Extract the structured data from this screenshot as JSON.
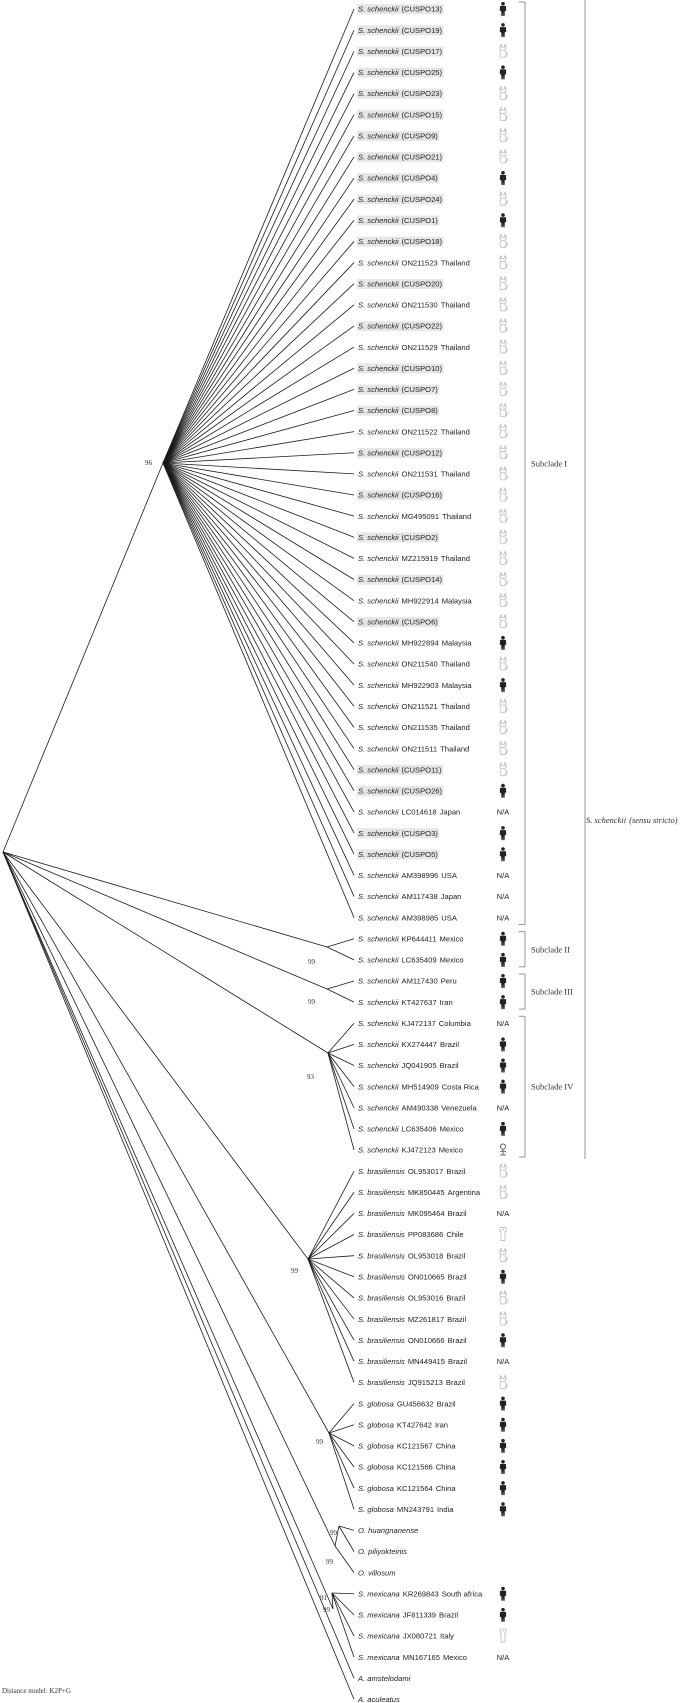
{
  "taxa": [
    {
      "species": "S. schenckii",
      "strain": "(CUSPO13)",
      "country": "",
      "host": "human",
      "highlight": true
    },
    {
      "species": "S. schenckii",
      "strain": "(CUSPO19)",
      "country": "",
      "host": "human",
      "highlight": true
    },
    {
      "species": "S. schenckii",
      "strain": "(CUSPO17)",
      "country": "",
      "host": "cat",
      "highlight": true
    },
    {
      "species": "S. schenckii",
      "strain": "(CUSPO25)",
      "country": "",
      "host": "human",
      "highlight": true
    },
    {
      "species": "S. schenckii",
      "strain": "(CUSPO23)",
      "country": "",
      "host": "cat",
      "highlight": true
    },
    {
      "species": "S. schenckii",
      "strain": "(CUSPO15)",
      "country": "",
      "host": "cat",
      "highlight": true
    },
    {
      "species": "S. schenckii",
      "strain": "(CUSPO9)",
      "country": "",
      "host": "cat",
      "highlight": true
    },
    {
      "species": "S. schenckii",
      "strain": "(CUSPO21)",
      "country": "",
      "host": "cat",
      "highlight": true
    },
    {
      "species": "S. schenckii",
      "strain": "(CUSPO4)",
      "country": "",
      "host": "human",
      "highlight": true
    },
    {
      "species": "S. schenckii",
      "strain": "(CUSPO24)",
      "country": "",
      "host": "cat",
      "highlight": true
    },
    {
      "species": "S. schenckii",
      "strain": "(CUSPO1)",
      "country": "",
      "host": "human",
      "highlight": true
    },
    {
      "species": "S. schenckii",
      "strain": "(CUSPO18)",
      "country": "",
      "host": "cat",
      "highlight": true
    },
    {
      "species": "S. schenckii",
      "strain": "ON211523",
      "country": "Thailand",
      "host": "cat",
      "highlight": false
    },
    {
      "species": "S. schenckii",
      "strain": "(CUSPO20)",
      "country": "",
      "host": "cat",
      "highlight": true
    },
    {
      "species": "S. schenckii",
      "strain": "ON211530",
      "country": "Thailand",
      "host": "cat",
      "highlight": false
    },
    {
      "species": "S. schenckii",
      "strain": "(CUSPO22)",
      "country": "",
      "host": "cat",
      "highlight": true
    },
    {
      "species": "S. schenckii",
      "strain": "ON211529",
      "country": "Thailand",
      "host": "cat",
      "highlight": false
    },
    {
      "species": "S. schenckii",
      "strain": "(CUSPO10)",
      "country": "",
      "host": "cat",
      "highlight": true
    },
    {
      "species": "S. schenckii",
      "strain": "(CUSPO7)",
      "country": "",
      "host": "cat",
      "highlight": true
    },
    {
      "species": "S. schenckii",
      "strain": "(CUSPO8)",
      "country": "",
      "host": "cat",
      "highlight": true
    },
    {
      "species": "S. schenckii",
      "strain": "ON211522",
      "country": "Thailand",
      "host": "cat",
      "highlight": false
    },
    {
      "species": "S. schenckii",
      "strain": "(CUSPO12)",
      "country": "",
      "host": "cat",
      "highlight": true
    },
    {
      "species": "S. schenckii",
      "strain": "ON211531",
      "country": "Thailand",
      "host": "cat",
      "highlight": false
    },
    {
      "species": "S. schenckii",
      "strain": "(CUSPO16)",
      "country": "",
      "host": "cat",
      "highlight": true
    },
    {
      "species": "S. schenckii",
      "strain": "MG495091",
      "country": "Thailand",
      "host": "cat",
      "highlight": false
    },
    {
      "species": "S. schenckii",
      "strain": "(CUSPO2)",
      "country": "",
      "host": "cat",
      "highlight": true
    },
    {
      "species": "S. schenckii",
      "strain": "MZ215919",
      "country": "Thailand",
      "host": "cat",
      "highlight": false
    },
    {
      "species": "S. schenckii",
      "strain": "(CUSPO14)",
      "country": "",
      "host": "cat",
      "highlight": true
    },
    {
      "species": "S. schenckii",
      "strain": "MH922914",
      "country": "Malaysia",
      "host": "cat",
      "highlight": false
    },
    {
      "species": "S. schenckii",
      "strain": "(CUSPO6)",
      "country": "",
      "host": "cat",
      "highlight": true
    },
    {
      "species": "S. schenckii",
      "strain": "MH922894",
      "country": "Malaysia",
      "host": "human",
      "highlight": false
    },
    {
      "species": "S. schenckii",
      "strain": "ON211540",
      "country": "Thailand",
      "host": "cat",
      "highlight": false
    },
    {
      "species": "S. schenckii",
      "strain": "MH922903",
      "country": "Malaysia",
      "host": "human",
      "highlight": false
    },
    {
      "species": "S. schenckii",
      "strain": "ON211521",
      "country": "Thailand",
      "host": "cat",
      "highlight": false
    },
    {
      "species": "S. schenckii",
      "strain": "ON211535",
      "country": "Thailand",
      "host": "cat",
      "highlight": false
    },
    {
      "species": "S. schenckii",
      "strain": "ON211511",
      "country": "Thailand",
      "host": "cat",
      "highlight": false
    },
    {
      "species": "S. schenckii",
      "strain": "(CUSPO11)",
      "country": "",
      "host": "cat",
      "highlight": true
    },
    {
      "species": "S. schenckii",
      "strain": "(CUSPO26)",
      "country": "",
      "host": "human",
      "highlight": true
    },
    {
      "species": "S. schenckii",
      "strain": "LC014618",
      "country": "Japan",
      "host": "N/A",
      "highlight": false
    },
    {
      "species": "S. schenckii",
      "strain": "(CUSPO3)",
      "country": "",
      "host": "human",
      "highlight": true
    },
    {
      "species": "S. schenckii",
      "strain": "(CUSPO5)",
      "country": "",
      "host": "human",
      "highlight": true
    },
    {
      "species": "S. schenckii",
      "strain": "AM398996",
      "country": "USA",
      "host": "N/A",
      "highlight": false
    },
    {
      "species": "S. schenckii",
      "strain": "AM117438",
      "country": "Japan",
      "host": "N/A",
      "highlight": false
    },
    {
      "species": "S. schenckii",
      "strain": "AM398985",
      "country": "USA",
      "host": "N/A",
      "highlight": false
    },
    {
      "species": "S. schenckii",
      "strain": "KP644411",
      "country": "Mexico",
      "host": "human",
      "highlight": false
    },
    {
      "species": "S. schenckii",
      "strain": "LC635409",
      "country": "Mexico",
      "host": "human",
      "highlight": false
    },
    {
      "species": "S. schenckii",
      "strain": "AM117430",
      "country": "Peru",
      "host": "human",
      "highlight": false
    },
    {
      "species": "S. schenckii",
      "strain": "KT427637",
      "country": "Iran",
      "host": "human",
      "highlight": false
    },
    {
      "species": "S. schenckii",
      "strain": "KJ472137",
      "country": "Columbia",
      "host": "N/A",
      "highlight": false
    },
    {
      "species": "S. schenckii",
      "strain": "KX274447",
      "country": "Brazil",
      "host": "human",
      "highlight": false
    },
    {
      "species": "S. schenckii",
      "strain": "JQ041905",
      "country": "Brazil",
      "host": "human",
      "highlight": false
    },
    {
      "species": "S. schenckii",
      "strain": "MH514909",
      "country": "Costa Rica",
      "host": "human",
      "highlight": false
    },
    {
      "species": "S. schenckii",
      "strain": "AM490338",
      "country": "Venezuela",
      "host": "N/A",
      "highlight": false
    },
    {
      "species": "S. schenckii",
      "strain": "LC635406",
      "country": "Mexico",
      "host": "human",
      "highlight": false
    },
    {
      "species": "S. schenckii",
      "strain": "KJ472123",
      "country": "Mexico",
      "host": "plant",
      "highlight": false
    },
    {
      "species": "S. brasiliensis",
      "strain": "OL953017",
      "country": "Brazil",
      "host": "cat",
      "highlight": false
    },
    {
      "species": "S. brasiliensis",
      "strain": "MK850445",
      "country": "Argentina",
      "host": "cat",
      "highlight": false
    },
    {
      "species": "S. brasiliensis",
      "strain": "MK095464",
      "country": "Brazil",
      "host": "N/A",
      "highlight": false
    },
    {
      "species": "S. brasiliensis",
      "strain": "PP083686",
      "country": "Chile",
      "host": "dog",
      "highlight": false
    },
    {
      "species": "S. brasiliensis",
      "strain": "OL953018",
      "country": "Brazil",
      "host": "cat",
      "highlight": false
    },
    {
      "species": "S. brasiliensis",
      "strain": "ON010665",
      "country": "Brazil",
      "host": "human",
      "highlight": false
    },
    {
      "species": "S. brasiliensis",
      "strain": "OL953016",
      "country": "Brazil",
      "host": "cat",
      "highlight": false
    },
    {
      "species": "S. brasiliensis",
      "strain": "MZ261817",
      "country": "Brazil",
      "host": "cat",
      "highlight": false
    },
    {
      "species": "S. brasiliensis",
      "strain": "ON010666",
      "country": "Brazil",
      "host": "human",
      "highlight": false
    },
    {
      "species": "S. brasiliensis",
      "strain": "MN449415",
      "country": "Brazil",
      "host": "N/A",
      "highlight": false
    },
    {
      "species": "S. brasiliensis",
      "strain": "JQ915213",
      "country": "Brazil",
      "host": "cat",
      "highlight": false
    },
    {
      "species": "S. globosa",
      "strain": "GU456632",
      "country": "Brazil",
      "host": "human",
      "highlight": false
    },
    {
      "species": "S. globosa",
      "strain": "KT427642",
      "country": "Iran",
      "host": "human",
      "highlight": false
    },
    {
      "species": "S. globosa",
      "strain": "KC121567",
      "country": "China",
      "host": "human",
      "highlight": false
    },
    {
      "species": "S. globosa",
      "strain": "KC121566",
      "country": "China",
      "host": "human",
      "highlight": false
    },
    {
      "species": "S. globosa",
      "strain": "KC121564",
      "country": "China",
      "host": "human",
      "highlight": false
    },
    {
      "species": "S. globosa",
      "strain": "MN243791",
      "country": "India",
      "host": "human",
      "highlight": false
    },
    {
      "species": "O. huangnanense",
      "strain": "",
      "country": "",
      "host": "",
      "highlight": false
    },
    {
      "species": "O. piliyokteinis",
      "strain": "",
      "country": "",
      "host": "",
      "highlight": false
    },
    {
      "species": "O. villosum",
      "strain": "",
      "country": "",
      "host": "",
      "highlight": false
    },
    {
      "species": "S. mexicana",
      "strain": "KR269843",
      "country": "South africa",
      "host": "human",
      "highlight": false
    },
    {
      "species": "S. mexicana",
      "strain": "JF811339",
      "country": "Brazil",
      "host": "human",
      "highlight": false
    },
    {
      "species": "S. mexicana",
      "strain": "JX080721",
      "country": "Italy",
      "host": "dog",
      "highlight": false
    },
    {
      "species": "S. mexicana",
      "strain": "MN167165",
      "country": "Mexico",
      "host": "N/A",
      "highlight": false
    },
    {
      "species": "A. amstelodami",
      "strain": "",
      "country": "",
      "host": "",
      "highlight": false
    },
    {
      "species": "A. aculeatus",
      "strain": "",
      "country": "",
      "host": "",
      "highlight": false
    }
  ],
  "subclades": [
    {
      "label": "Subclade I",
      "from": 0,
      "to": 43
    },
    {
      "label": "Subclade II",
      "from": 44,
      "to": 45
    },
    {
      "label": "Subclade III",
      "from": 46,
      "to": 47
    },
    {
      "label": "Subclade IV",
      "from": 48,
      "to": 54
    }
  ],
  "species_bracket": {
    "label_species": "S. schenckii",
    "label_suffix": "(sensu stricto)",
    "from": 0,
    "to": 54
  },
  "bootstrap": [
    {
      "node": "subclade-i",
      "value": "96"
    },
    {
      "node": "subclade-ii",
      "value": "99"
    },
    {
      "node": "subclade-iii",
      "value": "99"
    },
    {
      "node": "subclade-iv",
      "value": "93"
    },
    {
      "node": "brasiliensis",
      "value": "99"
    },
    {
      "node": "globosa",
      "value": "99"
    },
    {
      "node": "ophiostoma-a",
      "value": "99"
    },
    {
      "node": "ophiostoma-b",
      "value": "99"
    },
    {
      "node": "mexicana-a",
      "value": "91"
    },
    {
      "node": "mexicana-b",
      "value": "99"
    }
  ],
  "na_label": "N/A",
  "footer": "Distance model: K2P+G",
  "colors": {
    "line": "#1a1a1a",
    "bracket": "#7a7a7a",
    "highlight": "#e6e6e6",
    "human": "#222222",
    "cat": "#bbbbbb"
  }
}
